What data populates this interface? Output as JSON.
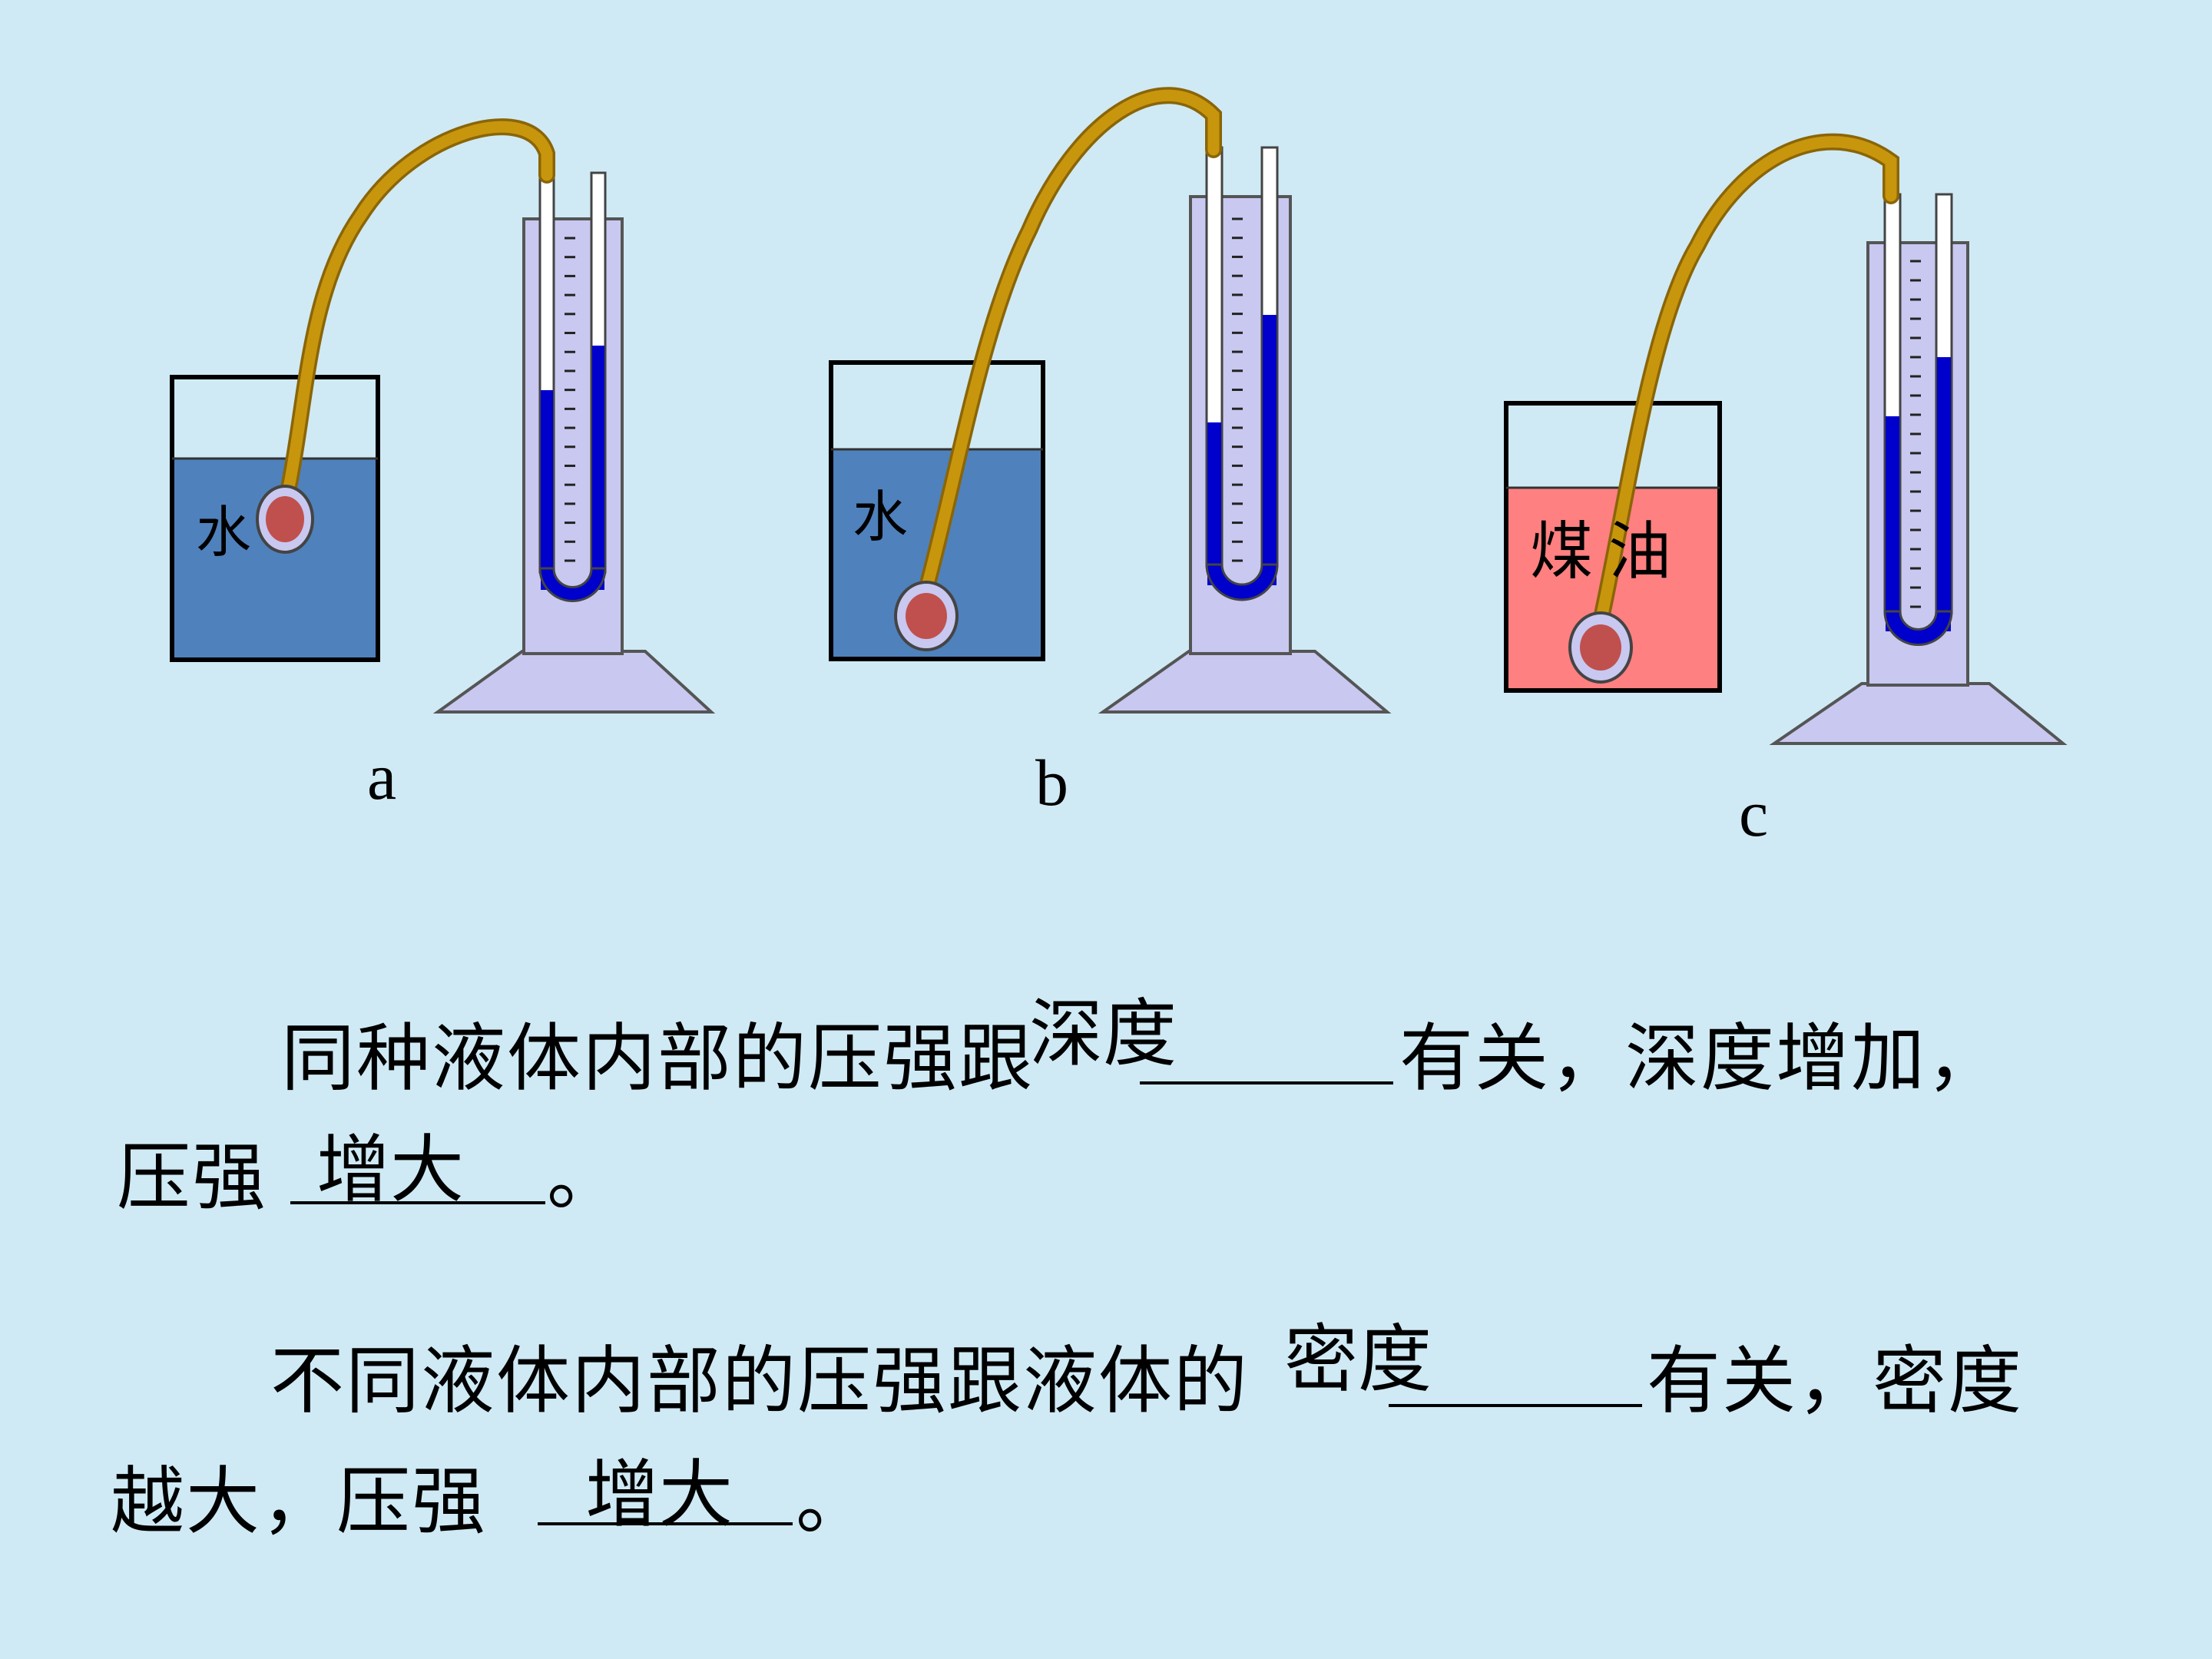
{
  "setups": [
    {
      "letter": "a",
      "liquid": "水"
    },
    {
      "letter": "b",
      "liquid": "水"
    },
    {
      "letter": "c",
      "liquid": "煤油"
    }
  ],
  "sentence1": {
    "part1": "同种液体内部的压强跟",
    "answer1": "深度",
    "part2": "有关，深度增加，",
    "part3": "压强",
    "answer2": "增大",
    "part4": "。"
  },
  "sentence2": {
    "part1": "不同液体内部的压强跟液体的",
    "answer1": "密度",
    "part2": "有关，密度",
    "part3": "越大，压强",
    "answer2": "增大",
    "part4": "。"
  },
  "colors": {
    "background": "#cfeaf5",
    "water": "#4f81bd",
    "kerosene": "#ff8080",
    "tube": "#c8960c",
    "manometer_liquid": "#0000cc",
    "manometer_glass": "#c8c8f0",
    "probe": "#c0504d"
  }
}
